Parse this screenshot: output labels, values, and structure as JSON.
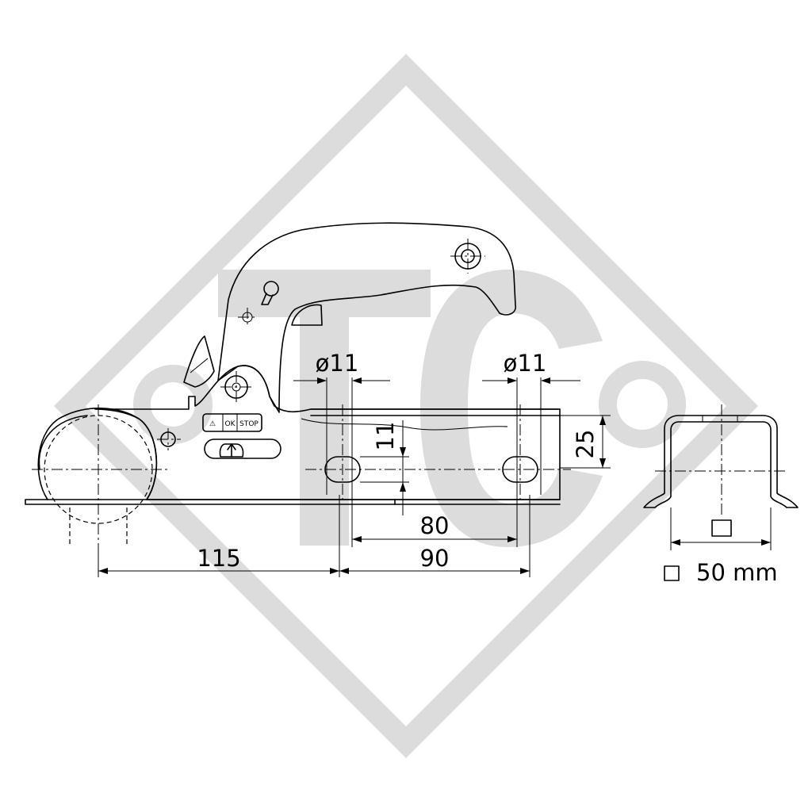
{
  "watermark": {
    "letters": "TC",
    "color": "#dcdcdc"
  },
  "dimensions": {
    "hole_diameter_left": "ø11",
    "hole_diameter_right": "ø11",
    "slot_height": "11",
    "tube_height": "25",
    "hole_spacing": "80",
    "slot_outer_spacing": "90",
    "ball_to_hole": "115"
  },
  "label_plate": {
    "warning": "⚠",
    "ok": "OK",
    "stop": "STOP"
  },
  "profile": {
    "size_symbol": "□",
    "size_label": "50 mm"
  }
}
